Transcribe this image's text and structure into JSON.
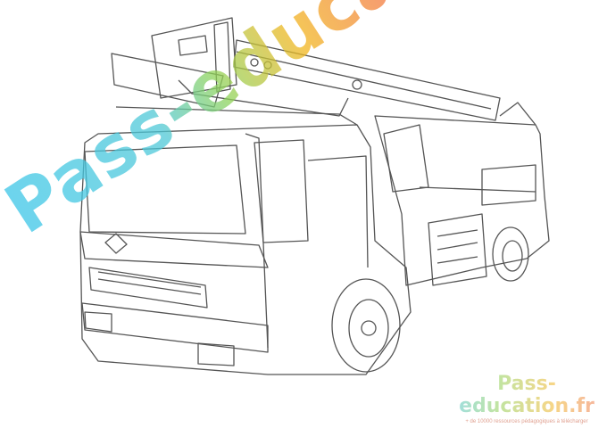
{
  "watermark": {
    "text": "Pass-education"
  },
  "logo": {
    "name": "Pass-education.fr",
    "tagline": "+ de 10000 ressources pédagogiques à télécharger"
  },
  "colors": {
    "line": "#555555",
    "cyan": "#3cc6e8",
    "orange": "#f2b61e",
    "pink": "#f25b78"
  }
}
